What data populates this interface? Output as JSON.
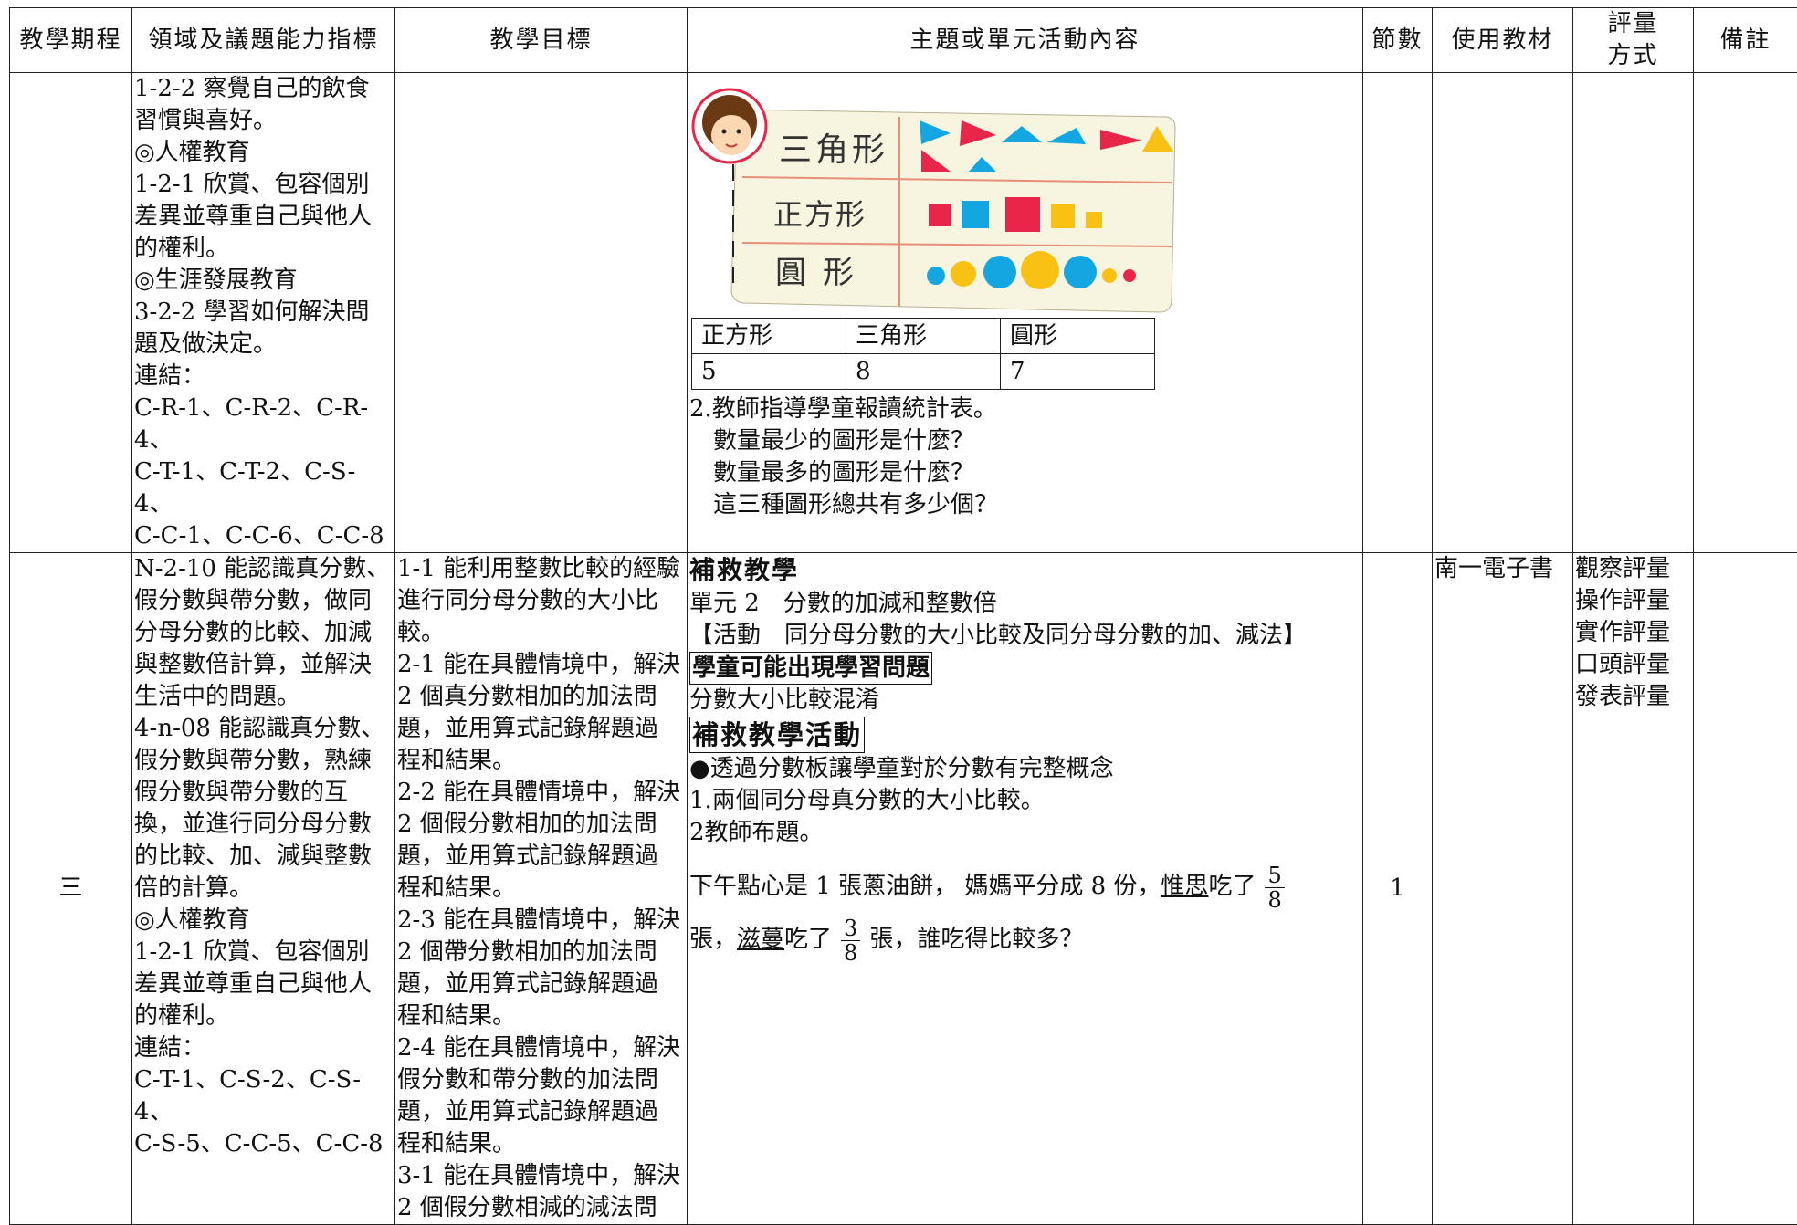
{
  "header": {
    "period": "教學期程",
    "indicators": "領域及議題能力指標",
    "goals": "教學目標",
    "content": "主題或單元活動內容",
    "sessions": "節數",
    "materials": "使用教材",
    "assessment_line1": "評量",
    "assessment_line2": "方式",
    "notes": "備註"
  },
  "row1": {
    "indicators": "1-2-2 察覺自己的飲食\n習慣與喜好。\n◎人權教育\n1-2-1 欣賞、包容個別\n差異並尊重自己與他人\n的權利。\n◎生涯發展教育\n3-2-2 學習如何解決問\n題及做決定。\n連結：\nC-R-1、C-R-2、C-R-4、\nC-T-1、C-T-2、C-S-4、\nC-C-1、C-C-6、C-C-8",
    "illustration": {
      "row_labels": [
        "三角形",
        "正方形",
        "圓形"
      ],
      "colors": {
        "red": "#e8264a",
        "blue": "#14a6e0",
        "yellow": "#f8c114",
        "board": "#f7f4df"
      }
    },
    "stats": {
      "headers": [
        "正方形",
        "三角形",
        "圓形"
      ],
      "values": [
        "5",
        "8",
        "7"
      ]
    },
    "guide": "2.教師指導學童報讀統計表。",
    "questions": [
      "數量最少的圖形是什麼？",
      "數量最多的圖形是什麼？",
      "這三種圖形總共有多少個？"
    ]
  },
  "row2": {
    "period": "三",
    "indicators": "N-2-10 能認識真分數、\n假分數與帶分數，做同\n分母分數的比較、加減\n與整數倍計算，並解決\n生活中的問題。\n4-n-08 能認識真分數、\n假分數與帶分數，熟練\n假分數與帶分數的互\n換，並進行同分母分數\n的比較、加、減與整數\n倍的計算。\n◎人權教育\n1-2-1 欣賞、包容個別\n差異並尊重自己與他人\n的權利。\n連結：\nC-T-1、C-S-2、C-S-4、\nC-S-5、C-C-5、C-C-8",
    "goals": "1-1 能利用整數比較的經驗\n進行同分母分數的大小比\n較。\n2-1 能在具體情境中，解決\n2 個真分數相加的加法問\n題，並用算式記錄解題過\n程和結果。\n2-2 能在具體情境中，解決\n2 個假分數相加的加法問\n題，並用算式記錄解題過\n程和結果。\n2-3 能在具體情境中，解決\n2 個帶分數相加的加法問\n題，並用算式記錄解題過\n程和結果。\n2-4 能在具體情境中，解決\n假分數和帶分數的加法問\n題，並用算式記錄解題過\n程和結果。\n3-1 能在具體情境中，解決\n2 個假分數相減的減法問",
    "content": {
      "title": "補救教學",
      "unit": "單元 2　分數的加減和整數倍",
      "activity": "【活動　同分母分數的大小比較及同分母分數的加、減法】",
      "problem_heading": "學童可能出現學習問題",
      "problem": "分數大小比較混淆",
      "activity_heading": "補救教學活動",
      "bullet": "●透過分數板讓學童對於分數有完整概念",
      "step1": "1.兩個同分母真分數的大小比較。",
      "step2": "2教師布題。",
      "story_part1": "下午點心是 1 張蔥油餅， 媽媽平分成 8 份，",
      "name1": "惟思",
      "eat": "吃了",
      "frac1_num": "5",
      "frac1_den": "8",
      "story_part2": "張，",
      "name2": "滋蔓",
      "frac2_num": "3",
      "frac2_den": "8",
      "story_part3": "張，誰吃得比較多？"
    },
    "sessions": "1",
    "materials": "南一電子書",
    "assessment": "觀察評量\n操作評量\n實作評量\n口頭評量\n發表評量"
  }
}
